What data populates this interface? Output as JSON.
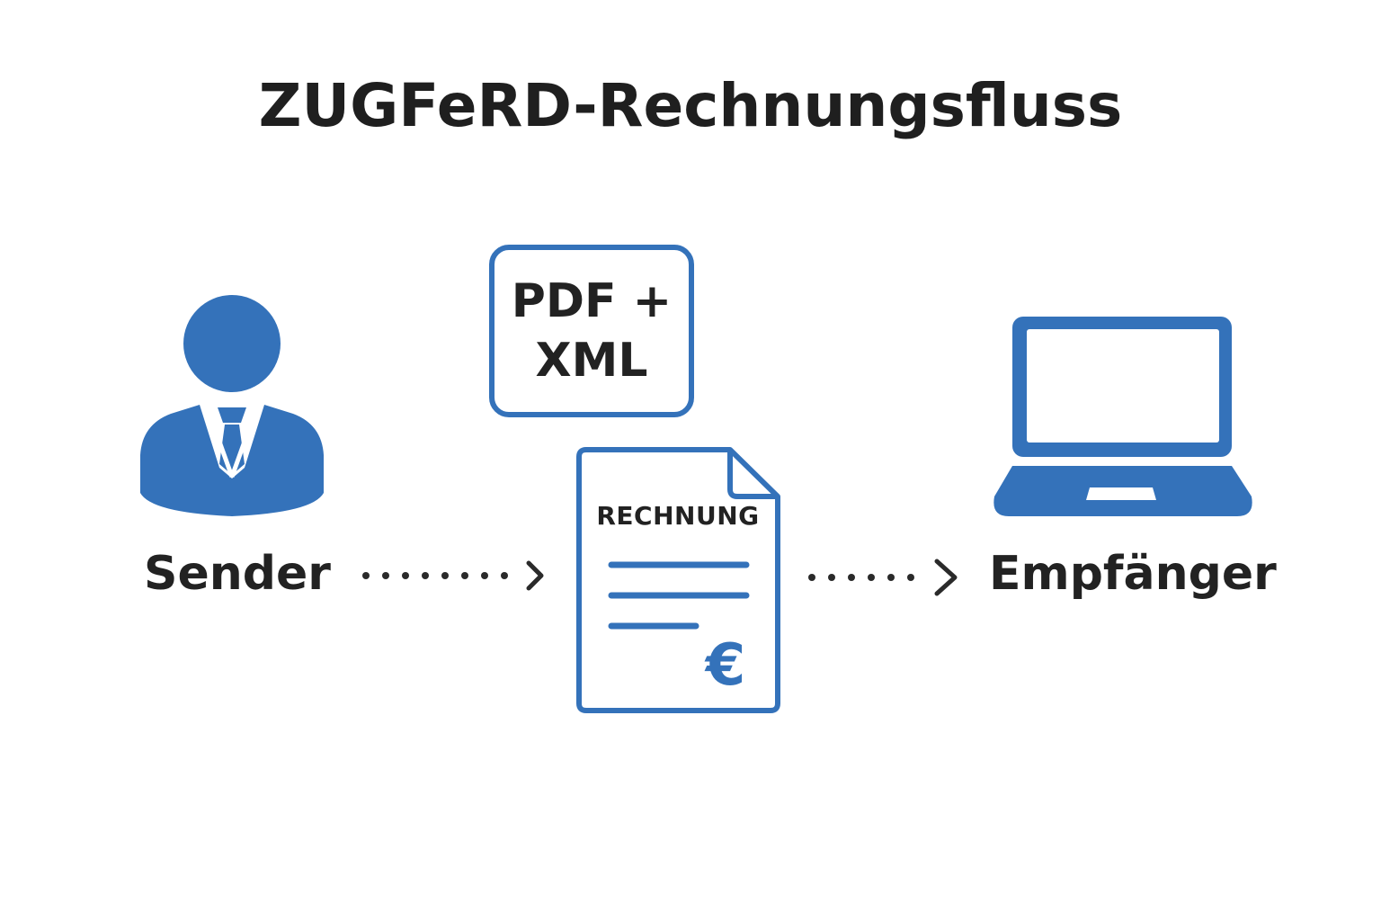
{
  "diagram": {
    "title": "ZUGFeRD-Rechnungsfluss",
    "sender": {
      "label": "Sender",
      "icon": "businessman-icon"
    },
    "format_box": {
      "line1": "PDF +",
      "line2": "XML"
    },
    "invoice": {
      "title": "RECHNUNG",
      "currency_symbol": "€",
      "icon": "invoice-document-icon"
    },
    "receiver": {
      "label": "Empfänger",
      "icon": "laptop-icon"
    },
    "arrows": [
      {
        "from": "Sender",
        "to": "RECHNUNG",
        "style": "dotted"
      },
      {
        "from": "RECHNUNG",
        "to": "Empfänger",
        "style": "dotted"
      }
    ],
    "colors": {
      "accent": "#3472ba",
      "text": "#222222",
      "background": "#ffffff"
    }
  }
}
